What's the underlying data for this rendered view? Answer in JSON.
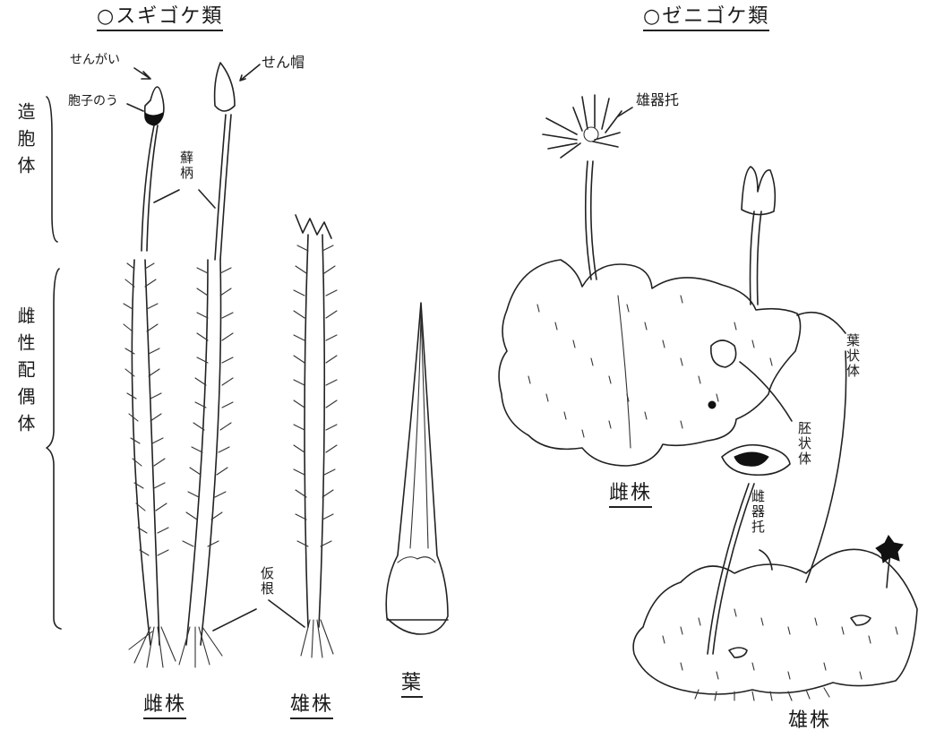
{
  "left_section": {
    "title": "○スギゴケ類",
    "labels": {
      "senkai": "せんがい",
      "housinou": "胞子のう",
      "senbou": "せん帽",
      "sentei": "蘚柄",
      "karine": "仮根",
      "female": "雌株",
      "male": "雄株",
      "leaf": "葉"
    },
    "brackets": {
      "sporophyte": "造胞体",
      "gametophyte": "雌性配偶体"
    }
  },
  "right_section": {
    "title": "○ゼニゴケ類",
    "labels": {
      "yuukitaku": "雄器托",
      "youjoutai": "葉状体",
      "mujoutai": "胚状体",
      "shikitaku": "雌器托",
      "female": "雌株",
      "male": "雄株"
    }
  }
}
